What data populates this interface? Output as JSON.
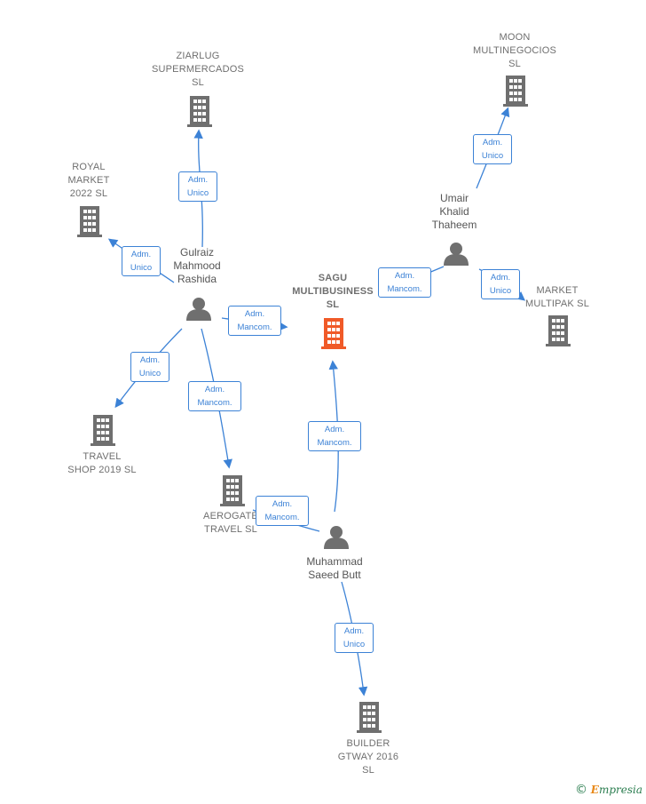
{
  "companies": {
    "ziarlug": "ZIARLUG\nSUPERMERCADOS\nSL",
    "moon": "MOON\nMULTINEGOCIOS\nSL",
    "royal": "ROYAL\nMARKET\n2022  SL",
    "sagu": "SAGU\nMULTIBUSINESS\nSL",
    "market_multipak": "MARKET\nMULTIPAK  SL",
    "travel_shop": "TRAVEL\nSHOP 2019  SL",
    "aerogate": "AEROGATE\nTRAVEL SL",
    "builder": "BUILDER\nGTWAY 2016\nSL"
  },
  "persons": {
    "gulraiz": "Gulraiz\nMahmood\nRashida",
    "umair": "Umair\nKhalid\nThaheem",
    "muhammad": "Muhammad\nSaeed Butt"
  },
  "edges": {
    "gulraiz_ziarlug": "Adm.\nUnico",
    "gulraiz_royal": "Adm.\nUnico",
    "gulraiz_sagu": "Adm.\nMancom.",
    "gulraiz_travel": "Adm.\nUnico",
    "gulraiz_aerogate": "Adm.\nMancom.",
    "umair_moon": "Adm.\nUnico",
    "umair_sagu": "Adm.\nMancom.",
    "umair_multipak": "Adm.\nUnico",
    "muhammad_sagu": "Adm.\nMancom.",
    "muhammad_aerogate": "Adm.\nMancom.",
    "muhammad_builder": "Adm.\nUnico"
  },
  "colors": {
    "edge": "#3c82d6",
    "building": "#6f6f6f",
    "main_building": "#f05a28",
    "person": "#6f6f6f"
  },
  "footer": {
    "copyright": "©",
    "brand_first": "E",
    "brand_rest": "mpresia"
  }
}
